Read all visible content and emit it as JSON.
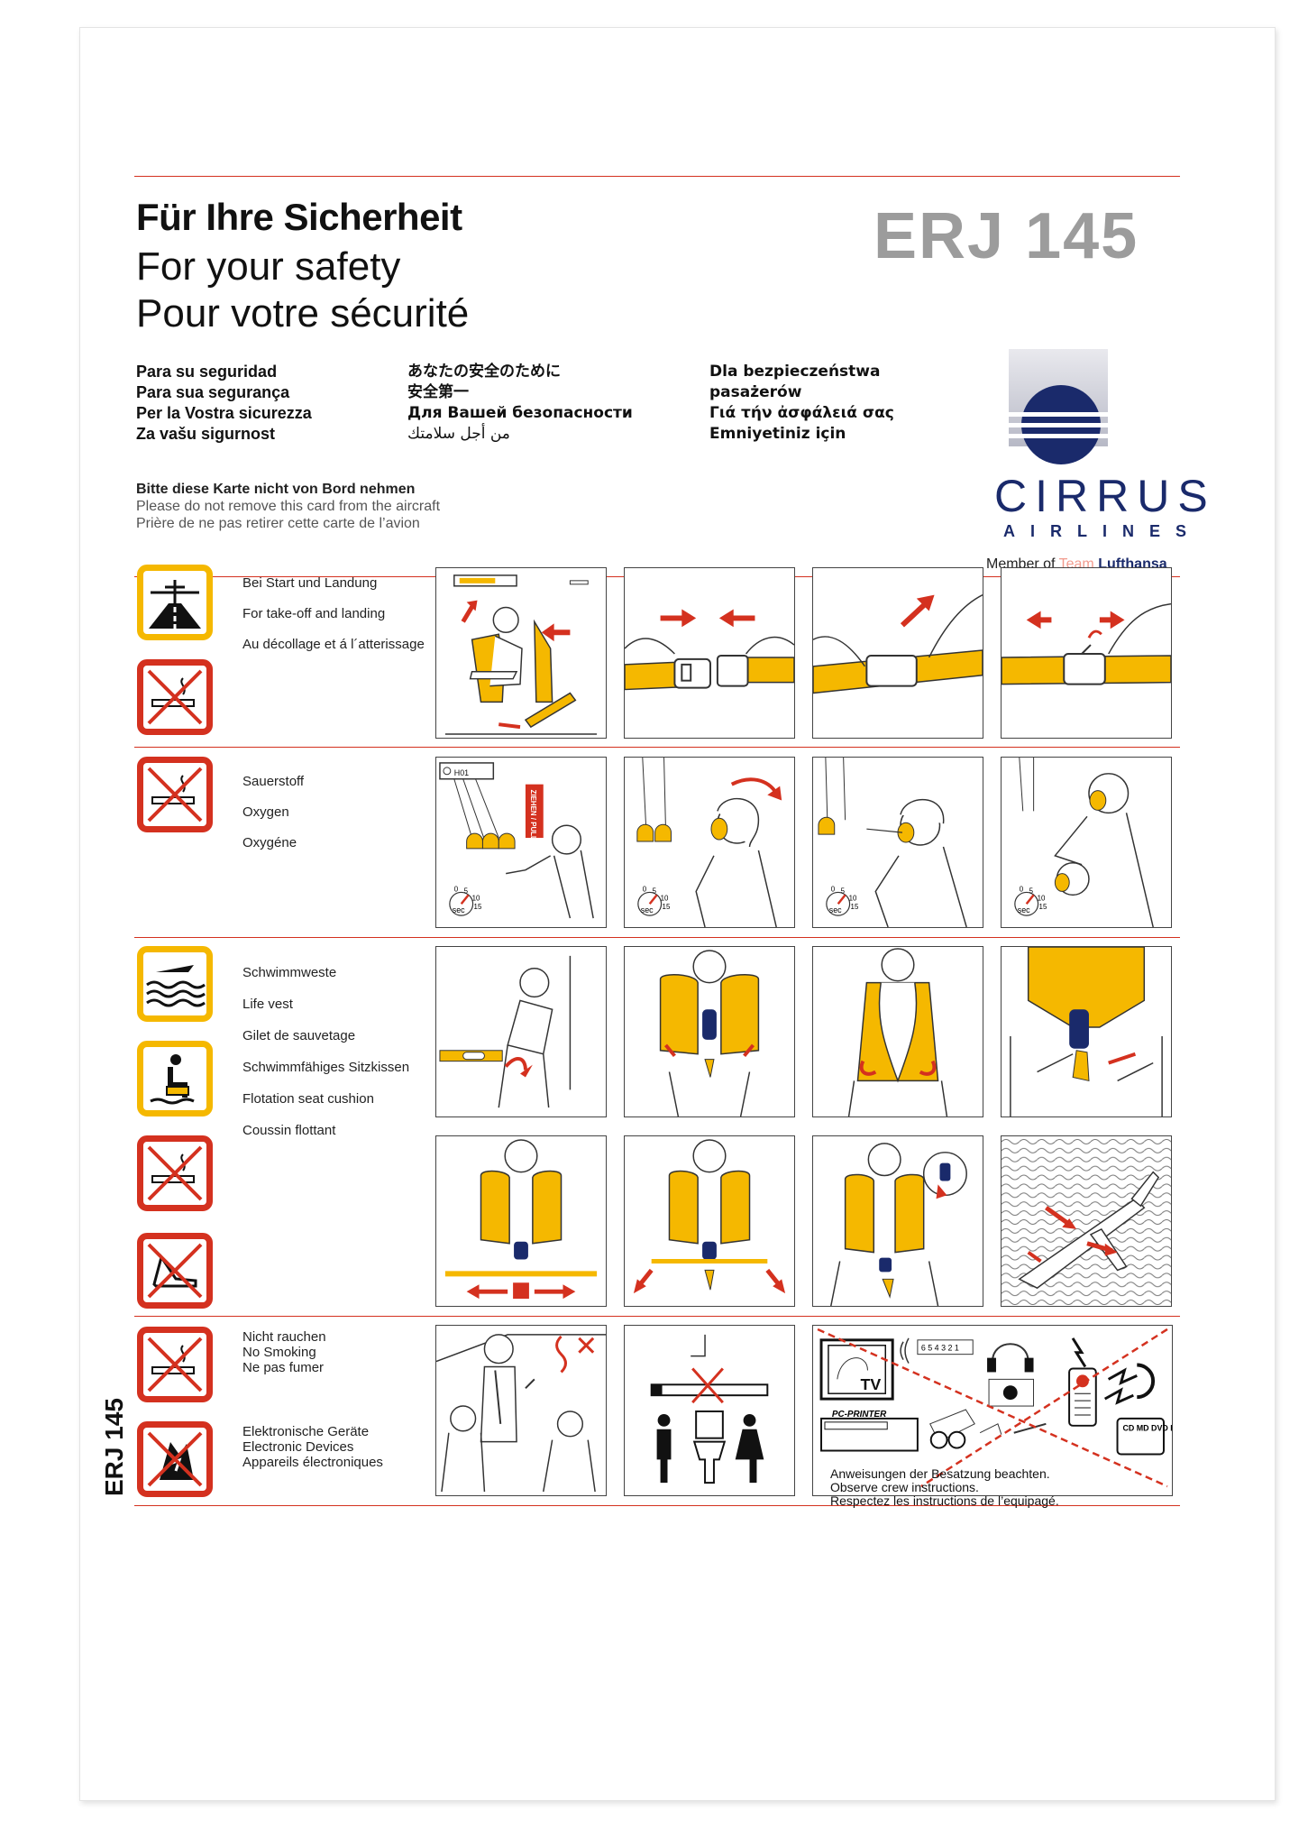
{
  "header": {
    "title_de": "Für Ihre Sicherheit",
    "title_en": "For your safety",
    "title_fr": "Pour votre sécurité",
    "model": "ERJ 145"
  },
  "languages": {
    "col1": [
      "Para su seguridad",
      "Para sua segurança",
      "Per la Vostra sicurezza",
      "Za vašu sigurnost"
    ],
    "col2": [
      "あなたの安全のために",
      "安全第一",
      "Для Вашей безопасности",
      "من أجل سلامتك"
    ],
    "col3": [
      "Dla bezpieczeństwa",
      "pasażerów",
      "Γιά τήν ἀσφάλειά σας",
      "Emniyetiniz için"
    ]
  },
  "notice": [
    "Bitte diese Karte nicht von Bord nehmen",
    "Please do not remove this card from the aircraft",
    "Prière de ne pas retirer cette carte de l’avion"
  ],
  "logo": {
    "name": "CIRRUS",
    "sub": "AIRLINES",
    "member_prefix": "Member of",
    "member_team": "Team",
    "member_brand": "Lufthansa"
  },
  "sections": {
    "takeoff": [
      "Bei Start und Landung",
      "For take-off and landing",
      "Au décollage et á l´atterissage"
    ],
    "oxygen": [
      "Sauerstoff",
      "Oxygen",
      "Oxygéne"
    ],
    "lifevest": [
      "Schwimmweste",
      "Life vest",
      "Gilet de sauvetage",
      "Schwimmfähiges Sitzkissen",
      "Flotation seat cushion",
      "Coussin flottant"
    ],
    "smoking": [
      "Nicht rauchen",
      "No Smoking",
      "Ne pas fumer"
    ],
    "electronics": [
      "Elektronische Geräte",
      "Electronic Devices",
      "Appareils électroniques"
    ]
  },
  "panel_texts": {
    "pull_tab": "ZIEHEN / PULL",
    "panel_id": "H01",
    "timer_unit": "sec",
    "timer_ticks": [
      "0",
      "5",
      "10",
      "15"
    ],
    "tv": "TV",
    "pc_printer": "PC-PRINTER",
    "recording": "CD MD DVD Recording",
    "countdown": "6 5 4 3 2 1"
  },
  "crew_note": [
    "Anweisungen der Besatzung beachten.",
    "Observe crew instructions.",
    "Respectez les instructions de l’equipagé."
  ],
  "side_label": "ERJ 145",
  "colors": {
    "red": "#d4311f",
    "yellow": "#f5b800",
    "navy": "#1a2a6b",
    "grey": "#9c9c9c"
  }
}
